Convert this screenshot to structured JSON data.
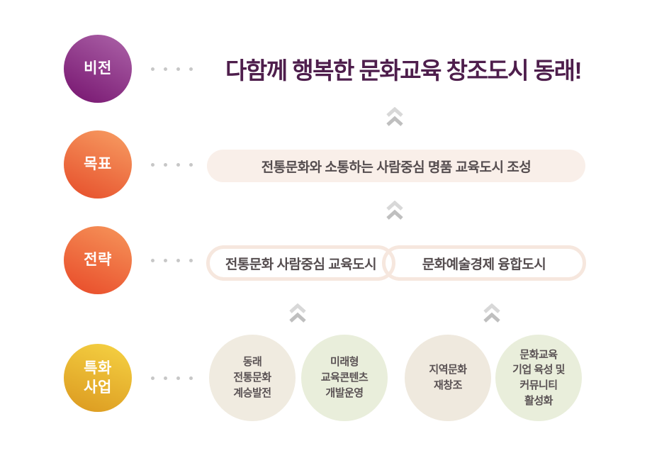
{
  "vision": {
    "badge": "비전",
    "title": "다함께 행복한 문화교육 창조도시 동래!"
  },
  "goal": {
    "badge": "목표",
    "statement": "전통문화와 소통하는 사람중심 명품 교육도시 조성"
  },
  "strategy": {
    "badge": "전략",
    "pills": [
      {
        "label": "전통문화 사람중심 교육도시"
      },
      {
        "label": "문화예술경제 융합도시"
      }
    ]
  },
  "special_projects": {
    "badge_lines": [
      "특화",
      "사업"
    ],
    "items": [
      {
        "lines": [
          "동래",
          "전통문화",
          "계승발전"
        ]
      },
      {
        "lines": [
          "미래형",
          "교육콘텐츠",
          "개발운영"
        ]
      },
      {
        "lines": [
          "지역문화",
          "재창조"
        ]
      },
      {
        "lines": [
          "문화교육",
          "기업 육성 및",
          "커뮤니티",
          "활성화"
        ]
      }
    ]
  },
  "icons": {
    "connector_dots": "dot-connector",
    "up_arrow": "double-chevron-up"
  },
  "colors": {
    "background": "#ffffff",
    "vision_badge_start": "#a75ca3",
    "vision_badge_end": "#7b1b74",
    "goal_badge_start": "#f6985f",
    "goal_badge_end": "#e7532e",
    "strategy_badge_start": "#f59057",
    "strategy_badge_end": "#e94f2c",
    "special_badge_start": "#f3cd40",
    "special_badge_end": "#dd9d22",
    "title_text": "#4e1e4c",
    "goal_pill_bg": "#f9efe9",
    "strategy_pill_border": "#f6e7de",
    "special_circle_beige": "#f0ebe0",
    "special_circle_green": "#e9eedb",
    "body_text": "#554d4f",
    "arrow_gray_light": "#d8d8d8",
    "arrow_gray_dark": "#bfbfbf",
    "dot_gray": "#c7c7c7"
  }
}
